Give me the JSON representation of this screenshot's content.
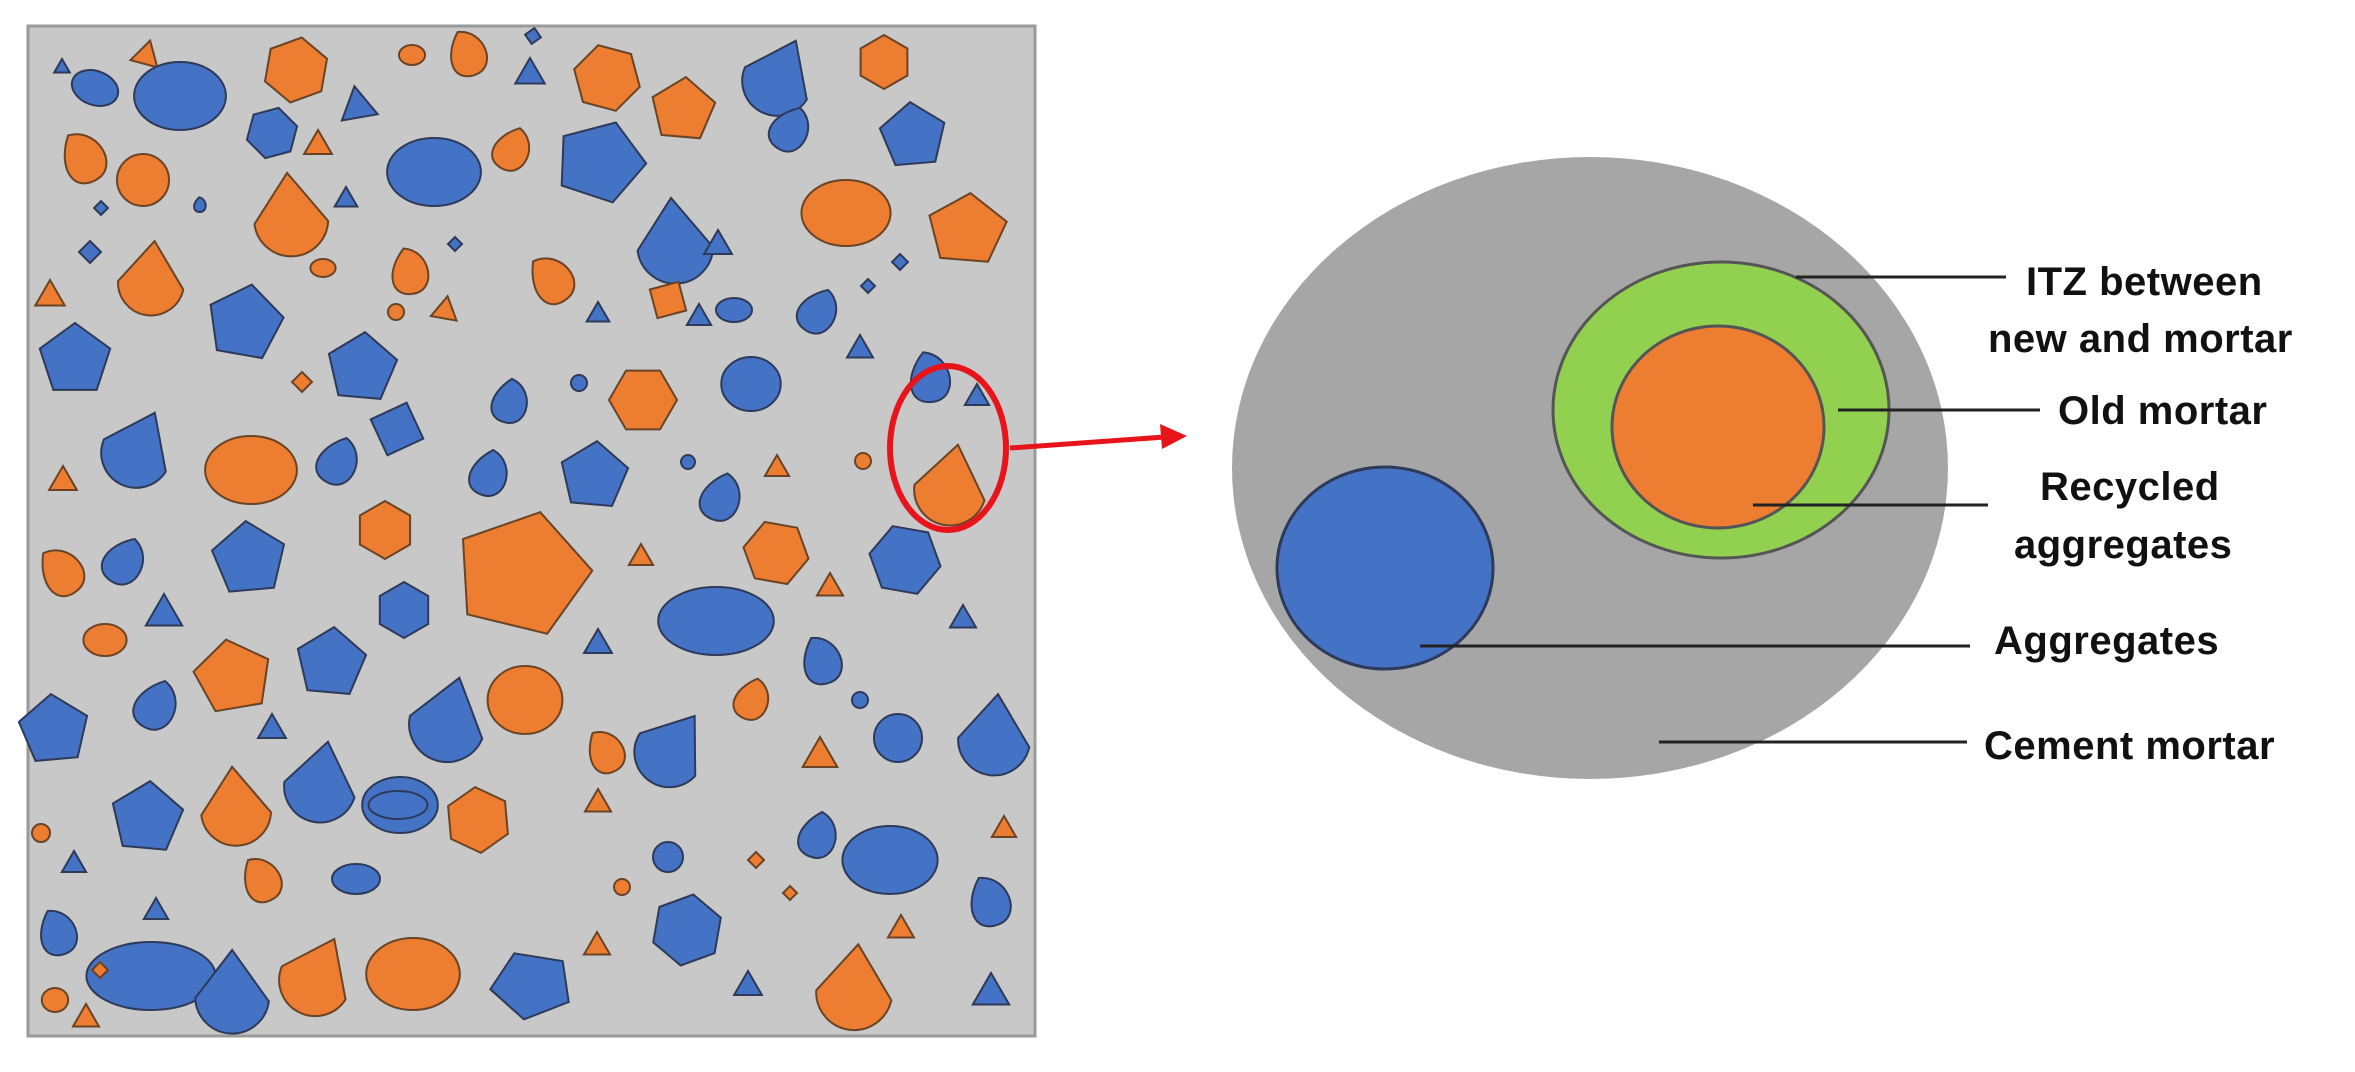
{
  "diagram": {
    "colors": {
      "specimen_background": "#c8c8c8",
      "aggregate_blue": "#4472c4",
      "recycled_orange": "#ed7d31",
      "old_mortar_green": "#92d050",
      "cement_mortar_gray": "#a6a6a6",
      "highlight_red": "#e8141b",
      "outline": "#2e3a59"
    },
    "labels": {
      "itz_line1": "ITZ between",
      "itz_line2": "new and mortar",
      "old_mortar": "Old mortar",
      "recycled_line1": "Recycled",
      "recycled_line2": "aggregates",
      "aggregates": "Aggregates",
      "cement_mortar": "Cement mortar"
    }
  }
}
